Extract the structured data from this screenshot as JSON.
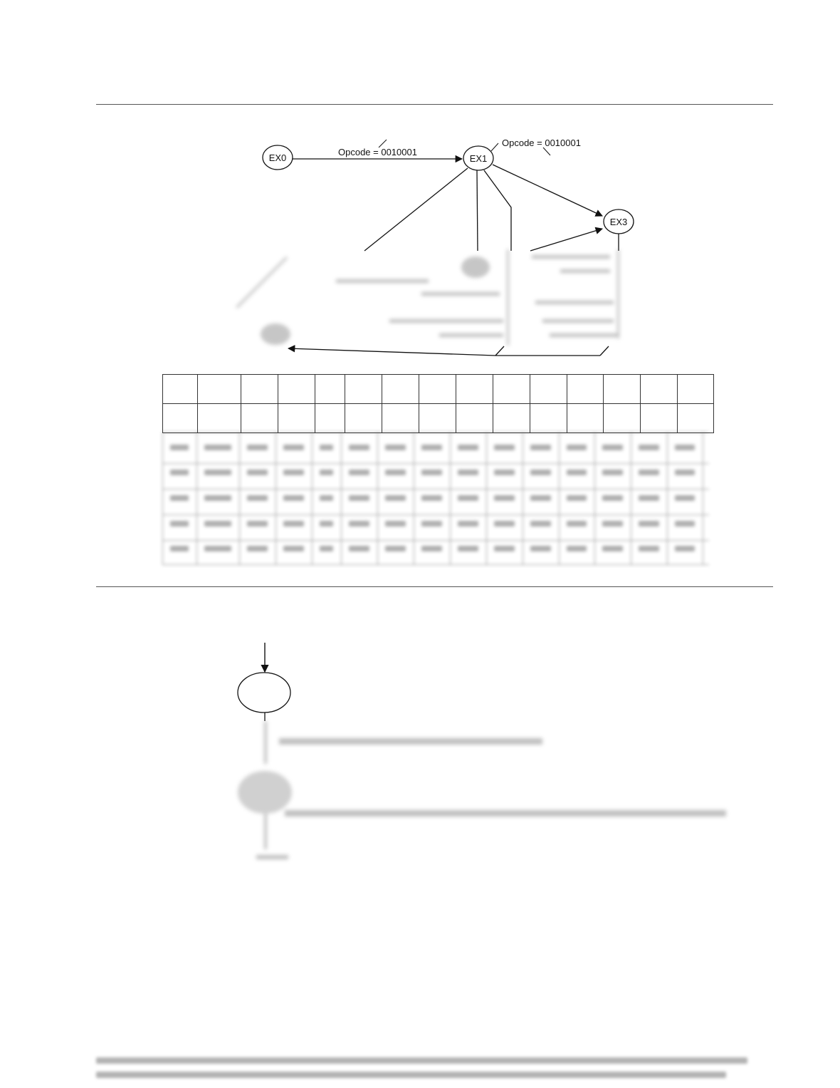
{
  "diagram_top": {
    "nodes": {
      "ex0": "EX0",
      "ex1": "EX1",
      "ex3": "EX3"
    },
    "conditions": {
      "ex0_to_ex1": "Opcode = 0010001",
      "ex1_self": "Opcode = 0010001"
    }
  }
}
